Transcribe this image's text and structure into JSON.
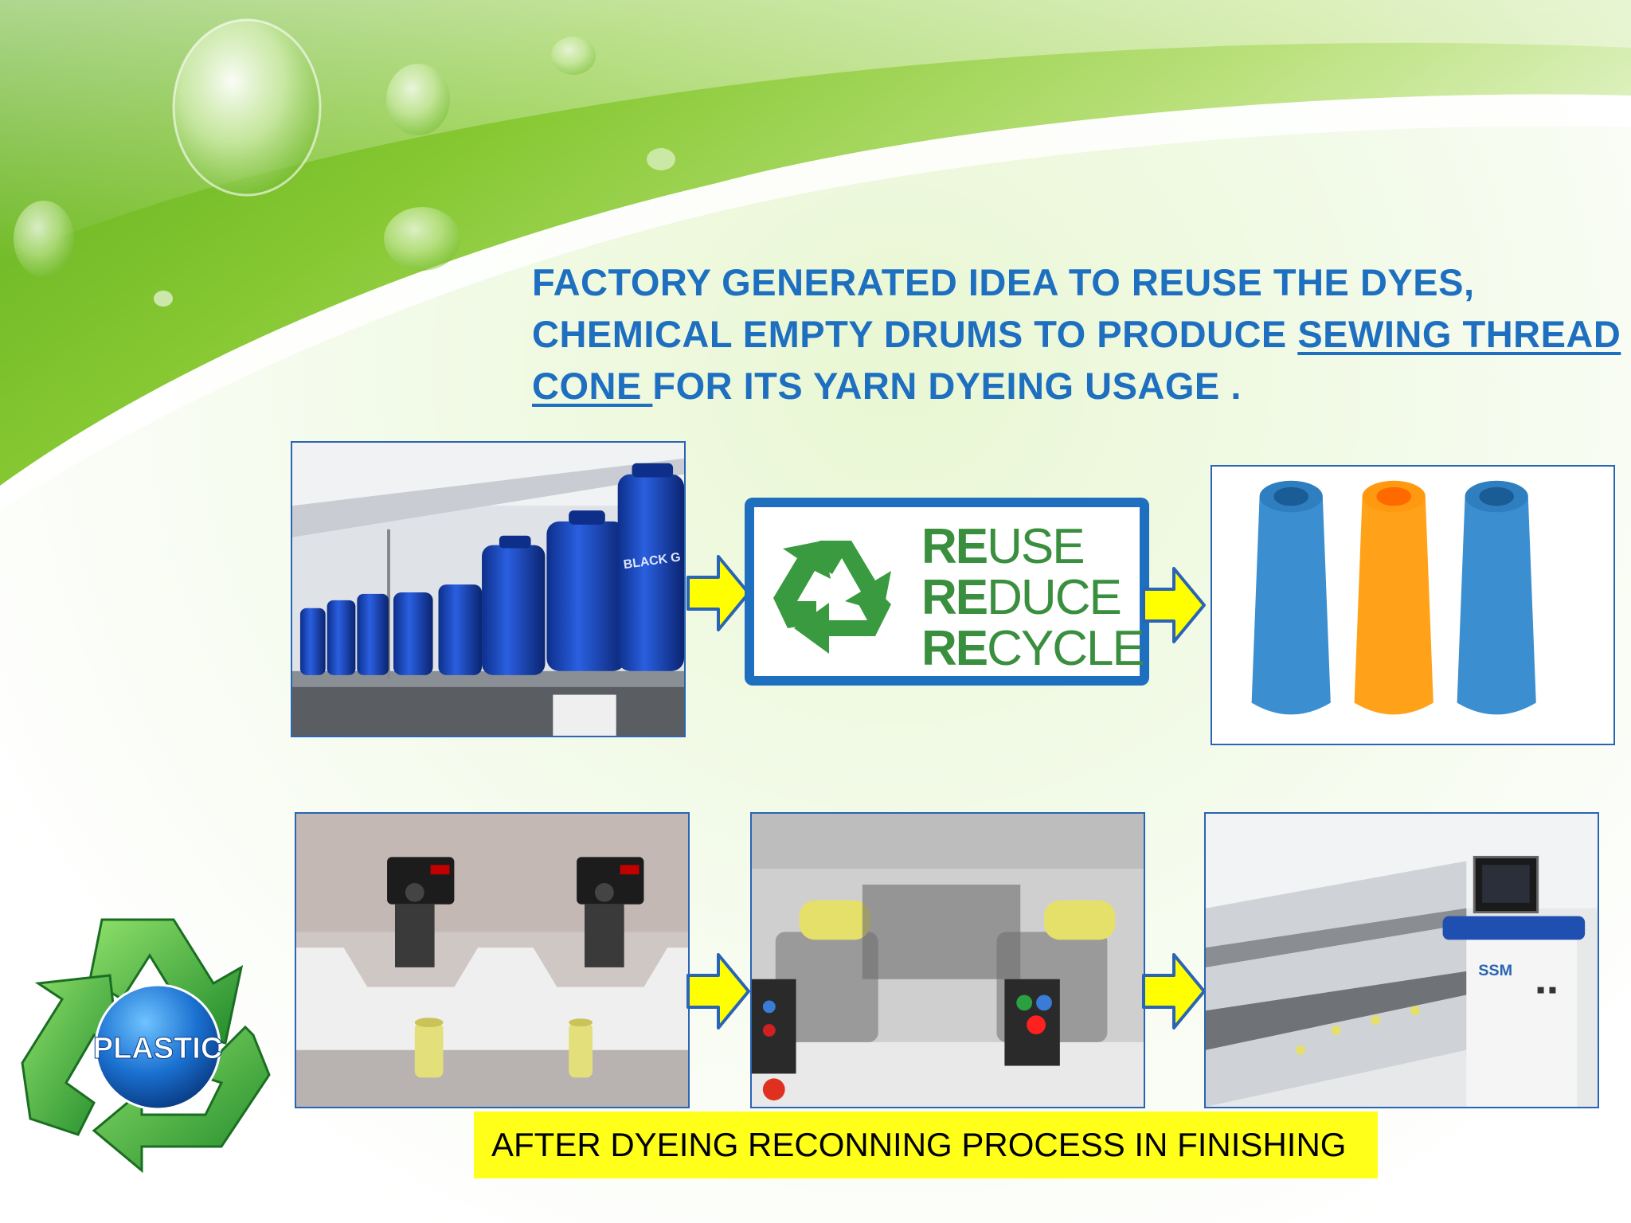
{
  "slide": {
    "title_line1": "FACTORY GENERATED IDEA TO REUSE THE DYES,",
    "title_line2_plain": "CHEMICAL EMPTY DRUMS TO PRODUCE ",
    "title_line2_underlined": "SEWING THREAD",
    "title_line3_underlined": "CONE ",
    "title_line3_plain": "FOR ITS YARN DYEING USAGE .",
    "caption": "AFTER DYEING RECONNING PROCESS IN FINISHING"
  },
  "recycle_panel": {
    "line1_bold": "RE",
    "line1_rest": "USE",
    "line2_bold": "RE",
    "line2_rest": "DUCE",
    "line3_bold": "RE",
    "line3_rest": "CYCLE",
    "color": "#3a8f3e"
  },
  "drum_photo": {
    "label_text": "BLACK G"
  },
  "plastic_logo": {
    "text": "PLASTIC"
  },
  "machine_photo": {
    "brand_text": "SSM"
  },
  "colors": {
    "title_blue": "#1e6fc0",
    "frame_blue": "#2a64b4",
    "arrow_yellow": "#ffff00",
    "caption_bg": "#ffff1a"
  },
  "icons": [
    "recycle-arrows-icon",
    "right-arrow-icon",
    "plastic-recycle-logo"
  ]
}
